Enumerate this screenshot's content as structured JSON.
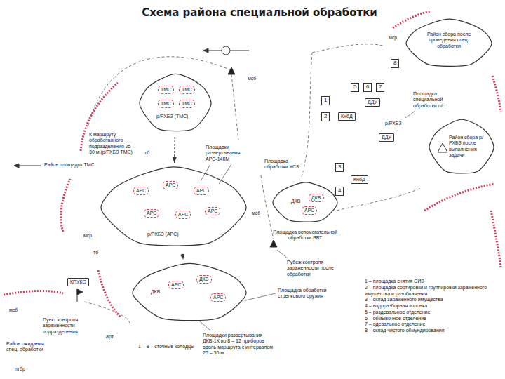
{
  "diagram": {
    "title": "Схема района специальной обработки",
    "nodes": [
      {
        "text": [
          "р/РХБЗ (ТМС)"
        ]
      },
      {
        "text": [
          "р/РХБЗ (АРС)"
        ]
      },
      {
        "text": [
          "ДКВ"
        ]
      },
      {
        "text": [
          "ДКВ",
          "Площадка вспомогательной обработки ВВТ"
        ]
      },
      {
        "text": [
          "1"
        ]
      },
      {
        "text": [
          "2"
        ]
      },
      {
        "text": [
          "3"
        ]
      },
      {
        "text": [
          "4"
        ]
      },
      {
        "text": [
          "5"
        ]
      },
      {
        "text": [
          "6"
        ]
      },
      {
        "text": [
          "7"
        ]
      },
      {
        "text": [
          "8"
        ]
      },
      {
        "text": [
          "Район сбора р/РХБЗ после выполнения задачи"
        ]
      },
      {
        "text": [
          "Район сбора после проведения спец. обработки"
        ]
      }
    ],
    "edges": [
      {
        "from": 0,
        "to": 1,
        "arrow": "to"
      },
      {
        "from": 1,
        "to": 2,
        "arrow": "to"
      }
    ],
    "labels": [
      "Площадки развертывания АРС-14КМ",
      "Площадка обработки УСЗ",
      "К маршруту обработанного подразделения 25 – 30 м (р/РХБЗ ТМС)",
      "Район площадок ТМС",
      "Площадка специальной обработки л/с",
      "р/РХБЗ",
      "Рубеж контроля зараженности после обработки",
      "Площадка обработки стрелкового оружия",
      "Пункт контроля зараженности подразделения",
      "Площадки развертывания ДКВ-1К по 8 – 12 приборов вдоль маршрута с интервалом 25 – 30 м",
      "Район ожидания спец. обработки",
      "1 – 8 – сточные колодцы",
      "ТМС",
      "ТМС",
      "ТМС",
      "ТМС",
      "АРС",
      "АРС",
      "АРС",
      "АРС",
      "АРС",
      "АРС",
      "АРС",
      "ДКВ",
      "АРС",
      "ДКВ",
      "АРС",
      "ДДУ",
      "ДДУ",
      "КнбД",
      "КнбД",
      "КПУКО",
      "мсб",
      "тб",
      "мсб",
      "мср",
      "тб",
      "мсб",
      "арт",
      "птбр",
      "мср"
    ],
    "legend": [
      {
        "text": "1 – площадка снятия СИЗ"
      },
      {
        "text": "2 – площадка сортировки и группировки зараженного имущества и разоблачения"
      },
      {
        "text": "3 – склад зараженного имущества"
      },
      {
        "text": "4 – водоразборная колонка"
      },
      {
        "text": "5 – раздевальное отделение"
      },
      {
        "text": "6 – обмывочное отделение"
      },
      {
        "text": "7 – одевальное отделение"
      },
      {
        "text": "8 – склад чистого обмундирования"
      }
    ]
  }
}
